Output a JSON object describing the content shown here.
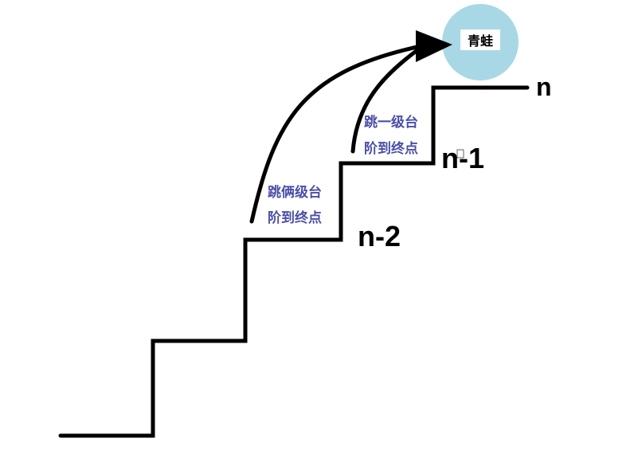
{
  "frog": {
    "label": "青蛙",
    "color": "#a8d8e6"
  },
  "steps": {
    "n": "n",
    "n_minus_1": "n-1",
    "n_minus_2": "n-2"
  },
  "jumps": {
    "one_line1": "跳一级台",
    "one_line2": "阶到终点",
    "two_line1": "跳俩级台",
    "two_line2": "阶到终点"
  },
  "colors": {
    "stairs": "#000000",
    "arrow": "#000000",
    "jump_text": "#4b4fa8"
  }
}
